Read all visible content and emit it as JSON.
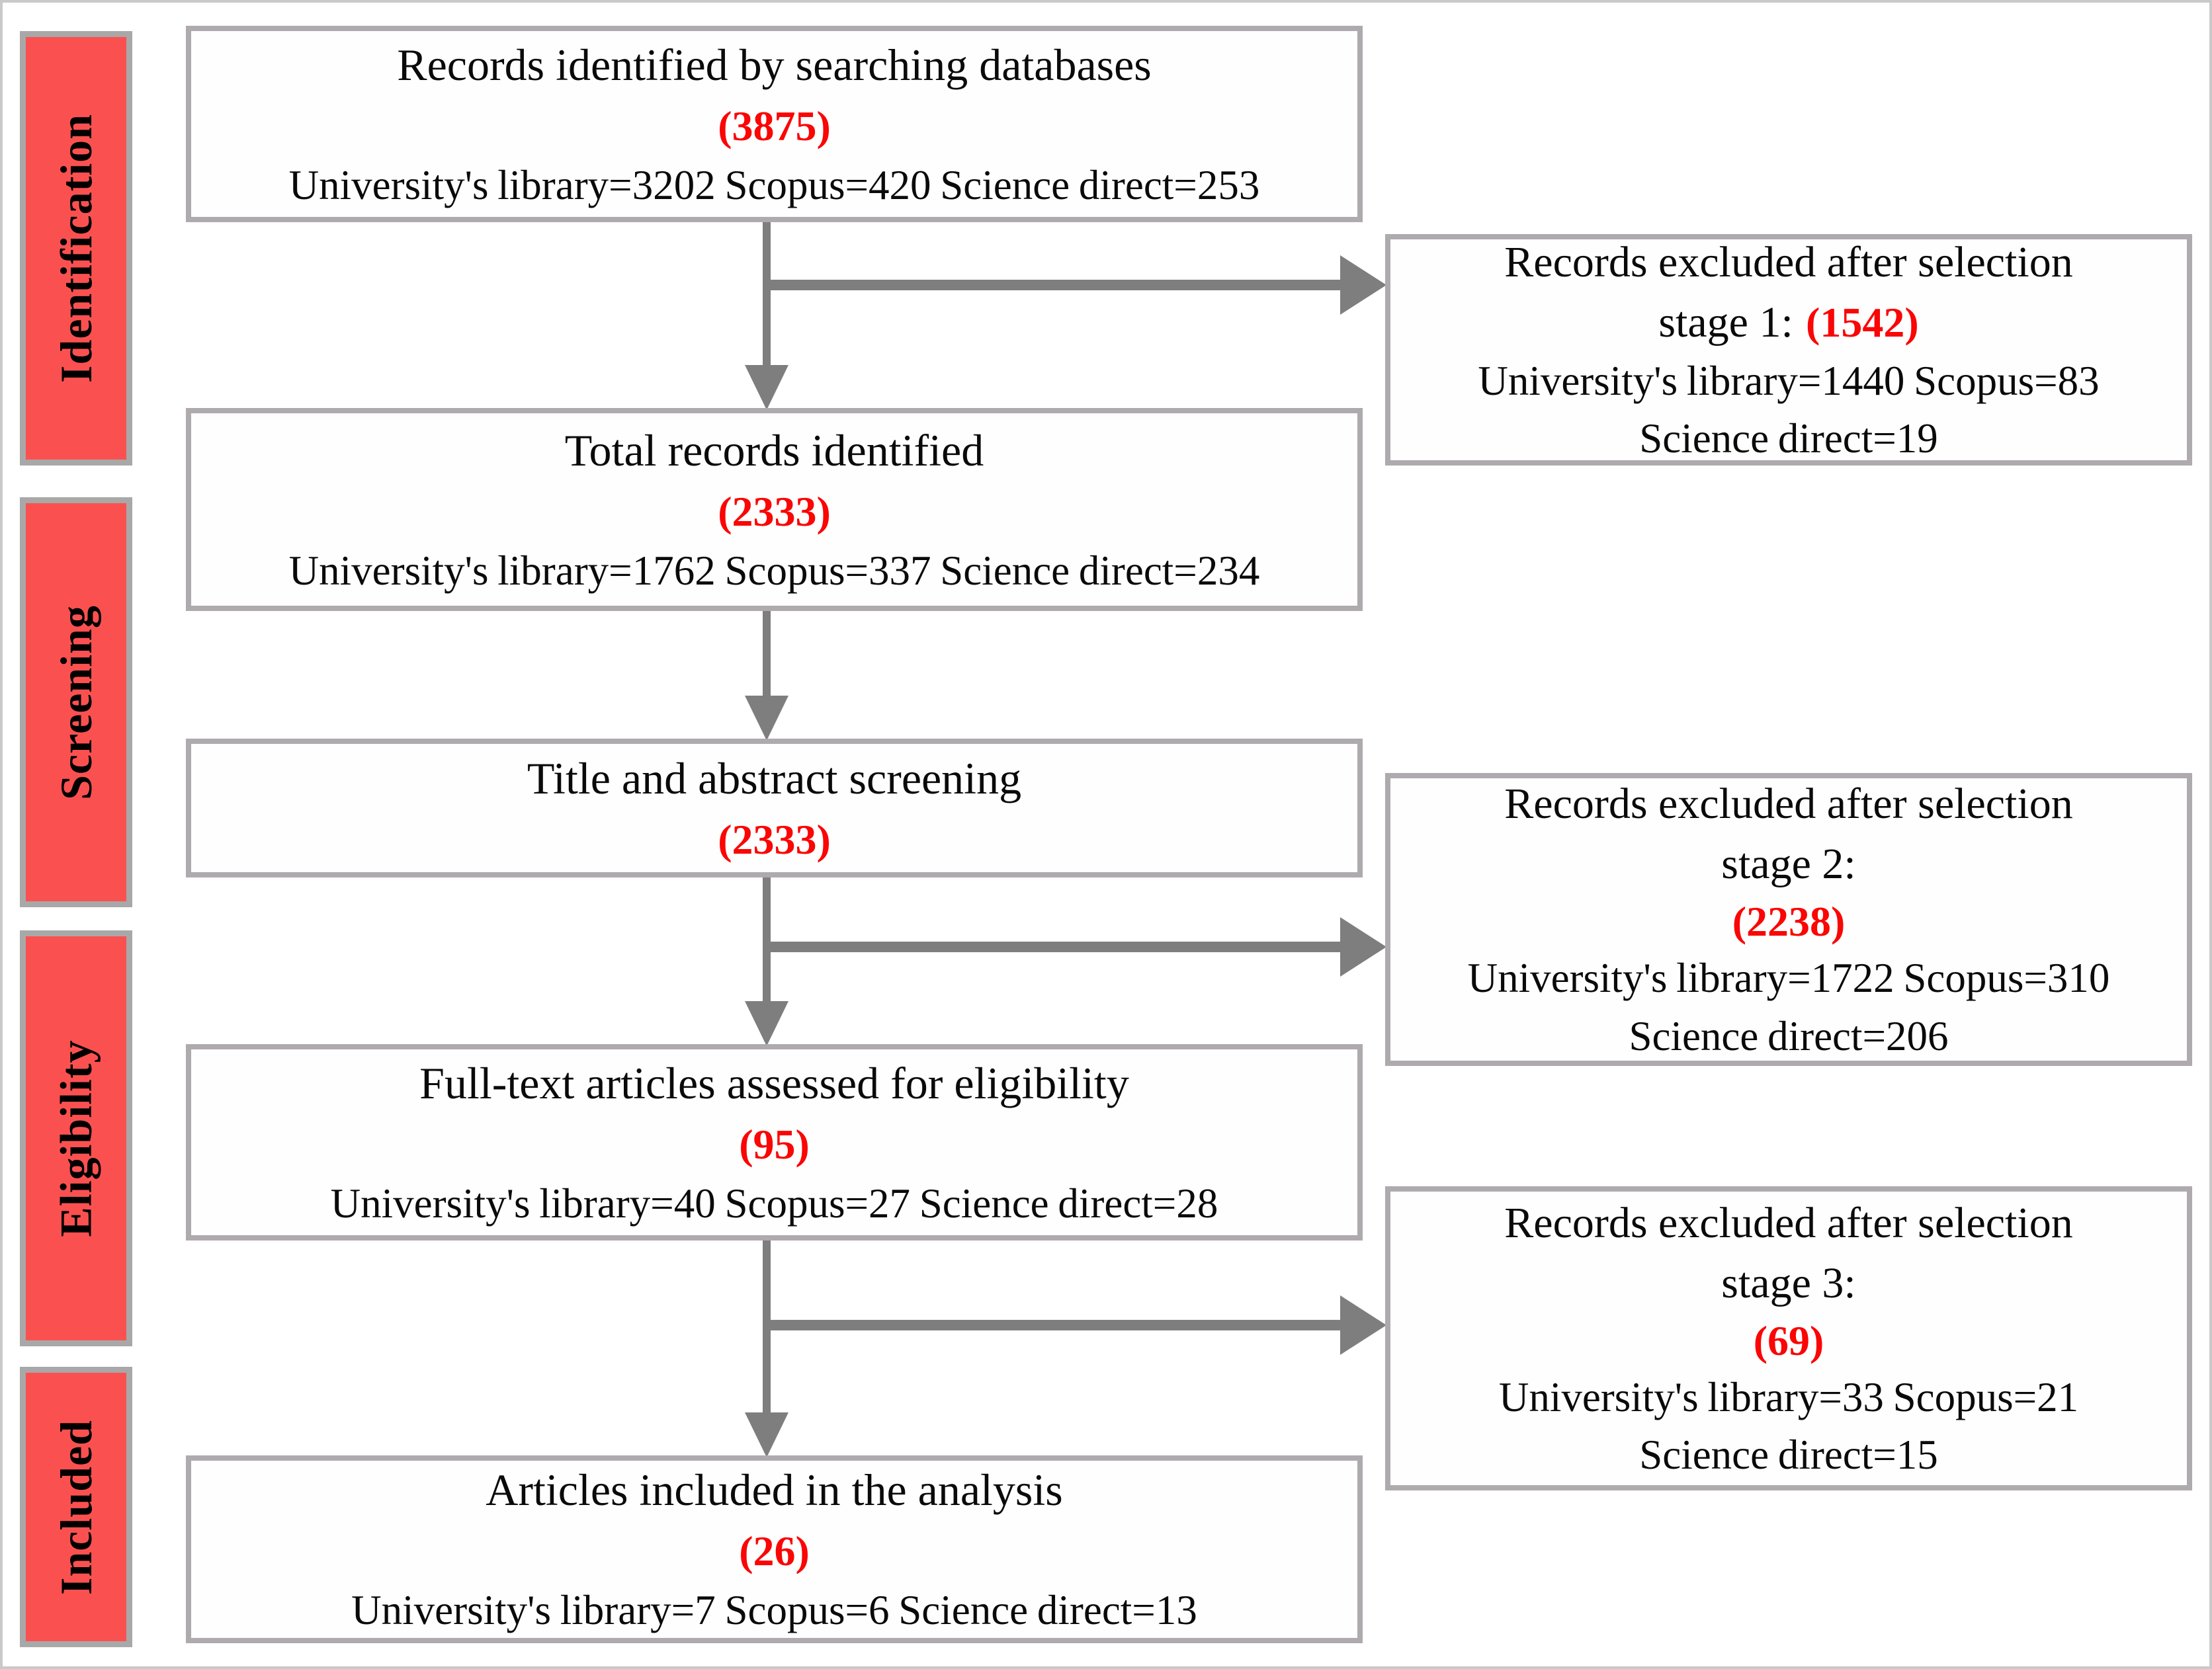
{
  "palette": {
    "page_border": "#c9c9c9",
    "box_fill": "#fefefe",
    "box_border": "#aeaaae",
    "sidebar_fill": "#fa5150",
    "sidebar_border": "#a8a8a8",
    "arrow": "#7e7e7e",
    "red": "#fb0505",
    "text": "#0a0a0a"
  },
  "sidebar": {
    "stages": [
      {
        "label": "Identification"
      },
      {
        "label": "Screening"
      },
      {
        "label": "Eligibility"
      },
      {
        "label": "Included"
      }
    ]
  },
  "flow": {
    "boxes": [
      {
        "title": "Records identified by searching databases",
        "count": "(3875)",
        "detail": "University's library=3202 Scopus=420 Science direct=253"
      },
      {
        "title": "Total records identified",
        "count": "(2333)",
        "detail": "University's library=1762 Scopus=337 Science direct=234"
      },
      {
        "title": "Title and abstract screening",
        "count": "(2333)",
        "detail": ""
      },
      {
        "title": "Full-text articles assessed for eligibility",
        "count": "(95)",
        "detail": "University's library=40 Scopus=27 Science direct=28"
      },
      {
        "title": "Articles included in the analysis",
        "count": "(26)",
        "detail": "University's library=7 Scopus=6 Science direct=13"
      }
    ],
    "exclusions": [
      {
        "title": "Records excluded after selection",
        "stage_line": "stage 1:",
        "count": "(1542)",
        "detail1": "University's library=1440 Scopus=83",
        "detail2": "Science direct=19"
      },
      {
        "title": "Records excluded after selection",
        "stage_line": "stage 2:",
        "count": "(2238)",
        "detail1": "University's library=1722 Scopus=310",
        "detail2": "Science direct=206"
      },
      {
        "title": "Records excluded after selection",
        "stage_line": "stage 3:",
        "count": "(69)",
        "detail1": "University's library=33 Scopus=21",
        "detail2": "Science direct=15"
      }
    ]
  }
}
